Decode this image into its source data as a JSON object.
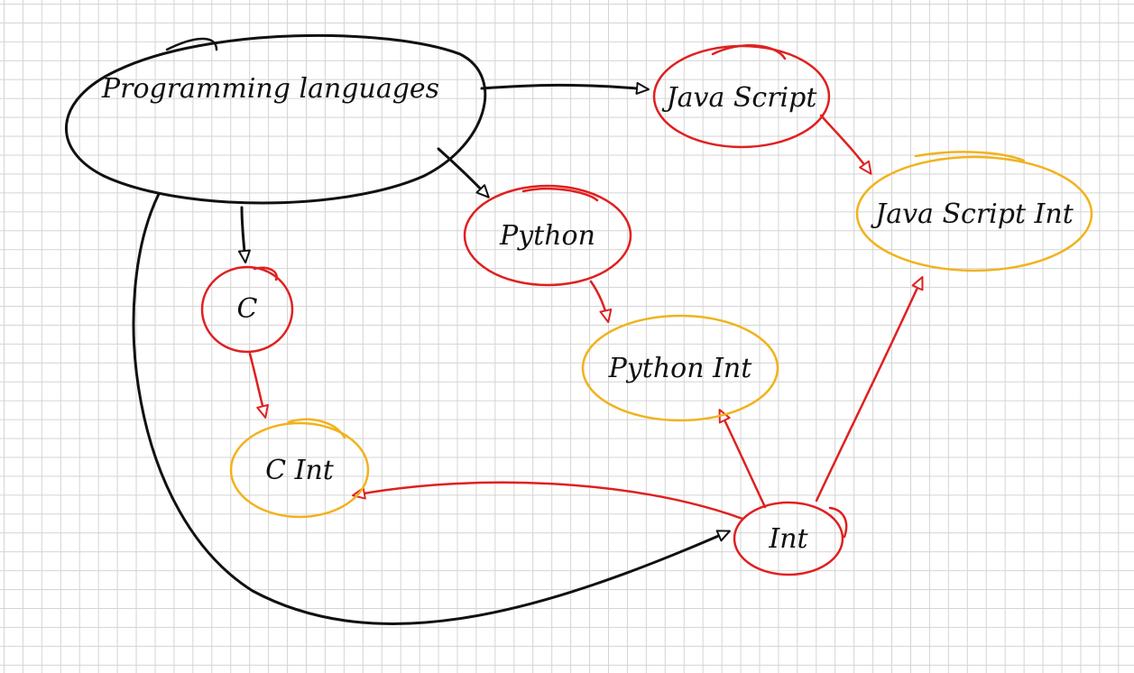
{
  "colors": {
    "edge_default": "#111111",
    "edge_implementation": "#e02020",
    "language_node": "#e02020",
    "implementation_node": "#f2b21c",
    "root_node": "#111111",
    "grid": "#d4d4d4"
  },
  "nodes": {
    "root": {
      "label": "Programming languages"
    },
    "javascript": {
      "label": "Java Script"
    },
    "javascript_int": {
      "label": "Java Script Int"
    },
    "python": {
      "label": "Python"
    },
    "python_int": {
      "label": "Python Int"
    },
    "c": {
      "label": "C"
    },
    "c_int": {
      "label": "C Int"
    },
    "int": {
      "label": "Int"
    }
  },
  "edges": [
    {
      "from": "root",
      "to": "javascript",
      "kind": "default"
    },
    {
      "from": "root",
      "to": "python",
      "kind": "default"
    },
    {
      "from": "root",
      "to": "c",
      "kind": "default"
    },
    {
      "from": "root",
      "to": "int",
      "kind": "default"
    },
    {
      "from": "javascript",
      "to": "javascript_int",
      "kind": "implementation"
    },
    {
      "from": "python",
      "to": "python_int",
      "kind": "implementation"
    },
    {
      "from": "c",
      "to": "c_int",
      "kind": "implementation"
    },
    {
      "from": "int",
      "to": "c_int",
      "kind": "implementation"
    },
    {
      "from": "int",
      "to": "python_int",
      "kind": "implementation"
    },
    {
      "from": "int",
      "to": "javascript_int",
      "kind": "implementation"
    }
  ]
}
